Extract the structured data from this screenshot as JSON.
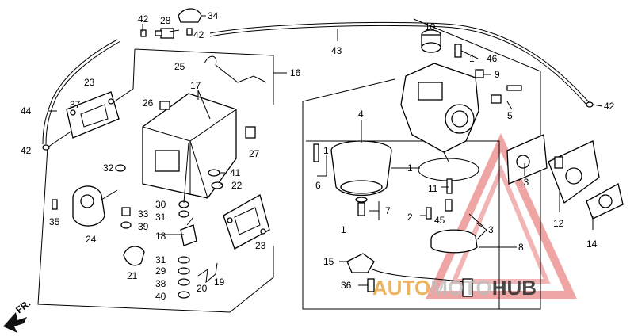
{
  "diagram": {
    "callouts": [
      {
        "id": "c42a",
        "label": "42"
      },
      {
        "id": "c28",
        "label": "28"
      },
      {
        "id": "c34",
        "label": "34"
      },
      {
        "id": "c42b",
        "label": "42"
      },
      {
        "id": "c43",
        "label": "43"
      },
      {
        "id": "c10",
        "label": "10"
      },
      {
        "id": "c1a",
        "label": "1"
      },
      {
        "id": "c46",
        "label": "46"
      },
      {
        "id": "c9",
        "label": "9"
      },
      {
        "id": "c5",
        "label": "5"
      },
      {
        "id": "c42c",
        "label": "42"
      },
      {
        "id": "c44",
        "label": "44"
      },
      {
        "id": "c23a",
        "label": "23"
      },
      {
        "id": "c37",
        "label": "37"
      },
      {
        "id": "c42d",
        "label": "42"
      },
      {
        "id": "c25",
        "label": "25"
      },
      {
        "id": "c16",
        "label": "16"
      },
      {
        "id": "c17",
        "label": "17"
      },
      {
        "id": "c26",
        "label": "26"
      },
      {
        "id": "c27",
        "label": "27"
      },
      {
        "id": "c32",
        "label": "32"
      },
      {
        "id": "c41",
        "label": "41"
      },
      {
        "id": "c22",
        "label": "22"
      },
      {
        "id": "c30",
        "label": "30"
      },
      {
        "id": "c31a",
        "label": "31"
      },
      {
        "id": "c35",
        "label": "35"
      },
      {
        "id": "c33",
        "label": "33"
      },
      {
        "id": "c39",
        "label": "39"
      },
      {
        "id": "c18",
        "label": "18"
      },
      {
        "id": "c24",
        "label": "24"
      },
      {
        "id": "c23b",
        "label": "23"
      },
      {
        "id": "c21",
        "label": "21"
      },
      {
        "id": "c31b",
        "label": "31"
      },
      {
        "id": "c29",
        "label": "29"
      },
      {
        "id": "c38",
        "label": "38"
      },
      {
        "id": "c40",
        "label": "40"
      },
      {
        "id": "c19",
        "label": "19"
      },
      {
        "id": "c20",
        "label": "20"
      },
      {
        "id": "c4",
        "label": "4"
      },
      {
        "id": "c1b",
        "label": "1"
      },
      {
        "id": "c6",
        "label": "6"
      },
      {
        "id": "c1c",
        "label": "1"
      },
      {
        "id": "c11",
        "label": "11"
      },
      {
        "id": "c7",
        "label": "7"
      },
      {
        "id": "c2",
        "label": "2"
      },
      {
        "id": "c45",
        "label": "45"
      },
      {
        "id": "c3",
        "label": "3"
      },
      {
        "id": "c1d",
        "label": "1"
      },
      {
        "id": "c8",
        "label": "8"
      },
      {
        "id": "c15",
        "label": "15"
      },
      {
        "id": "c36",
        "label": "36"
      },
      {
        "id": "c13",
        "label": "13"
      },
      {
        "id": "c12",
        "label": "12"
      },
      {
        "id": "c14",
        "label": "14"
      }
    ],
    "direction_label": "FR."
  },
  "watermark": {
    "part1": "AUTO",
    "part2": "MOTO",
    "part3": "HUB",
    "color_primary": "#e8a23a",
    "color_secondary": "#d9d9d9",
    "color_accent": "#e35b5b",
    "color_dark": "#2b2b2b"
  }
}
